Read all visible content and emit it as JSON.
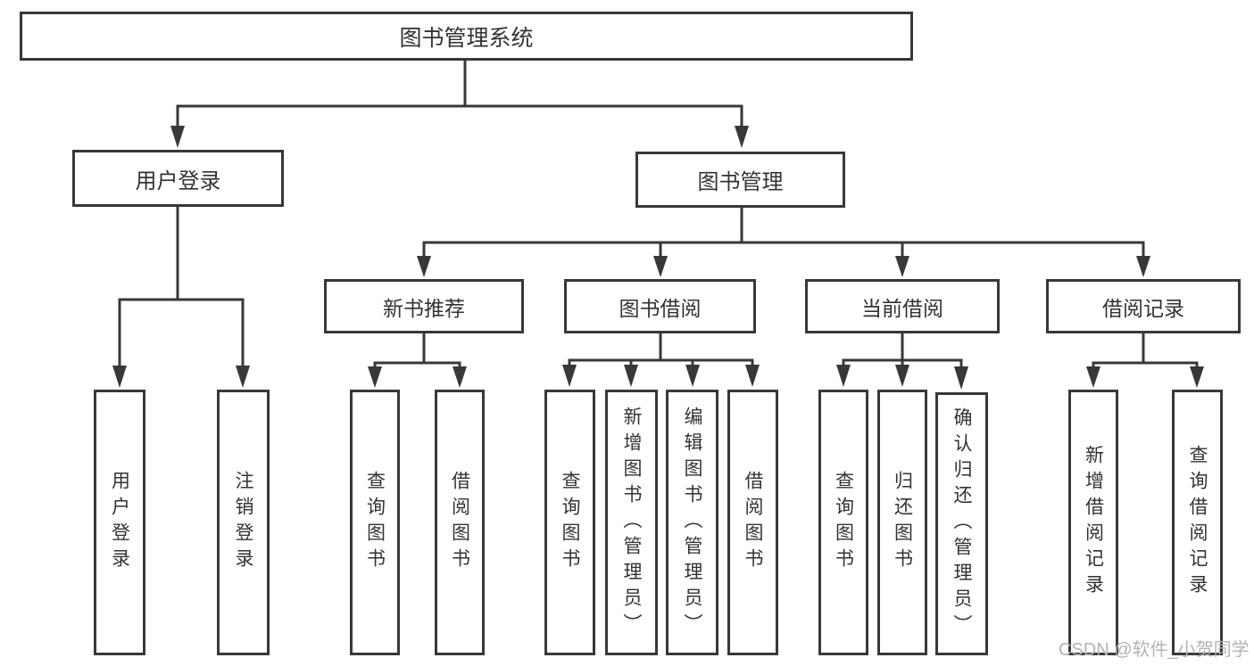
{
  "diagram": {
    "title": "图书管理系统",
    "branches": {
      "user": {
        "label": "用户登录",
        "children": [
          "用户登录",
          "注销登录"
        ]
      },
      "management": {
        "label": "图书管理",
        "sections": [
          {
            "label": "新书推荐",
            "children": [
              "查询图书",
              "借阅图书"
            ]
          },
          {
            "label": "图书借阅",
            "children": [
              "查询图书",
              "新增图书（管理员）",
              "编辑图书（管理员）",
              "借阅图书"
            ]
          },
          {
            "label": "当前借阅",
            "children": [
              "查询图书",
              "归还图书",
              "确认归还（管理员）"
            ]
          },
          {
            "label": "借阅记录",
            "children": [
              "新增借阅记录",
              "查询借阅记录"
            ]
          }
        ]
      }
    },
    "colors": {
      "line": "#383838",
      "text": "#333333",
      "background": "#ffffff",
      "watermark": "#b3b3b3"
    }
  },
  "watermark": {
    "text": "CSDN @软件_小贺同学"
  }
}
